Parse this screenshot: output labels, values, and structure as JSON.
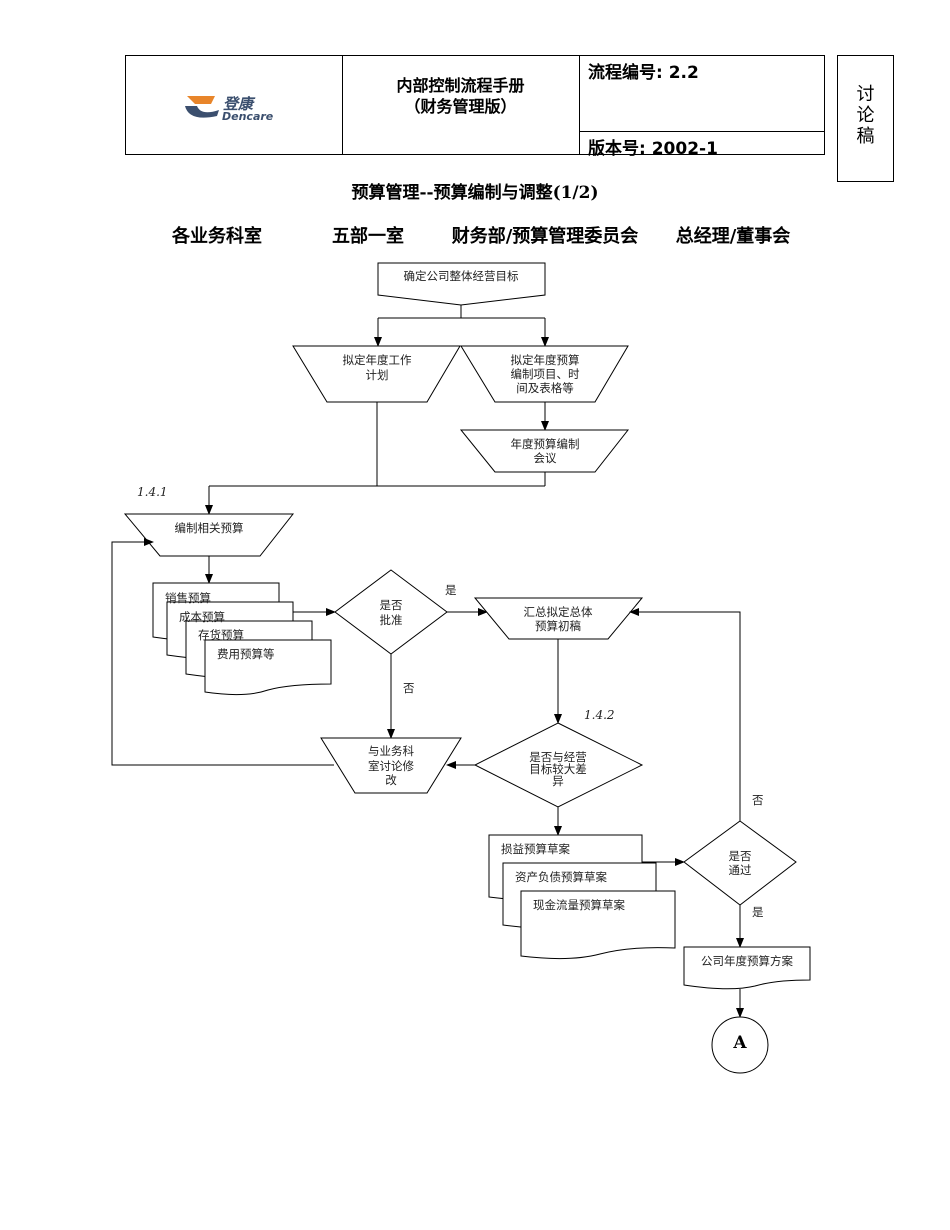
{
  "header": {
    "logo": {
      "cn": "登康",
      "en": "Dencare",
      "colors": {
        "orange": "#e8852a",
        "navy": "#3b4f6e"
      }
    },
    "manual_title": [
      "内部控制流程手册",
      "（财务管理版）"
    ],
    "process_no": "流程编号: 2.2",
    "version": "版本号: 2002-1",
    "draft_label": [
      "讨",
      "论",
      "稿"
    ]
  },
  "title": "预算管理--预算编制与调整(1/2)",
  "lanes": [
    "各业务科室",
    "五部一室",
    "财务部/预算管理委员会",
    "总经理/董事会"
  ],
  "flow": {
    "start": "确定公司整体经营目标",
    "work_plan": [
      "拟定年度工作",
      "计划"
    ],
    "budget_items": [
      "拟定年度预算",
      "编制项目、时",
      "间及表格等"
    ],
    "meeting": [
      "年度预算编制",
      "会议"
    ],
    "label_141": "1.4.1",
    "compile": "编制相关预算",
    "docs": [
      "销售预算",
      "成本预算",
      "存货预算",
      "费用预算等"
    ],
    "approve": [
      "是否",
      "批准"
    ],
    "yes": "是",
    "no": "否",
    "summary": [
      "汇总拟定总体",
      "预算初稿"
    ],
    "label_142": "1.4.2",
    "diff": [
      "是否与经营",
      "目标较大差",
      "异"
    ],
    "discuss": [
      "与业务科",
      "室讨论修",
      "改"
    ],
    "drafts": [
      "损益预算草案",
      "资产负债预算草案",
      "现金流量预算草案"
    ],
    "pass": [
      "是否",
      "通过"
    ],
    "final": "公司年度预算方案",
    "connector": "A"
  }
}
